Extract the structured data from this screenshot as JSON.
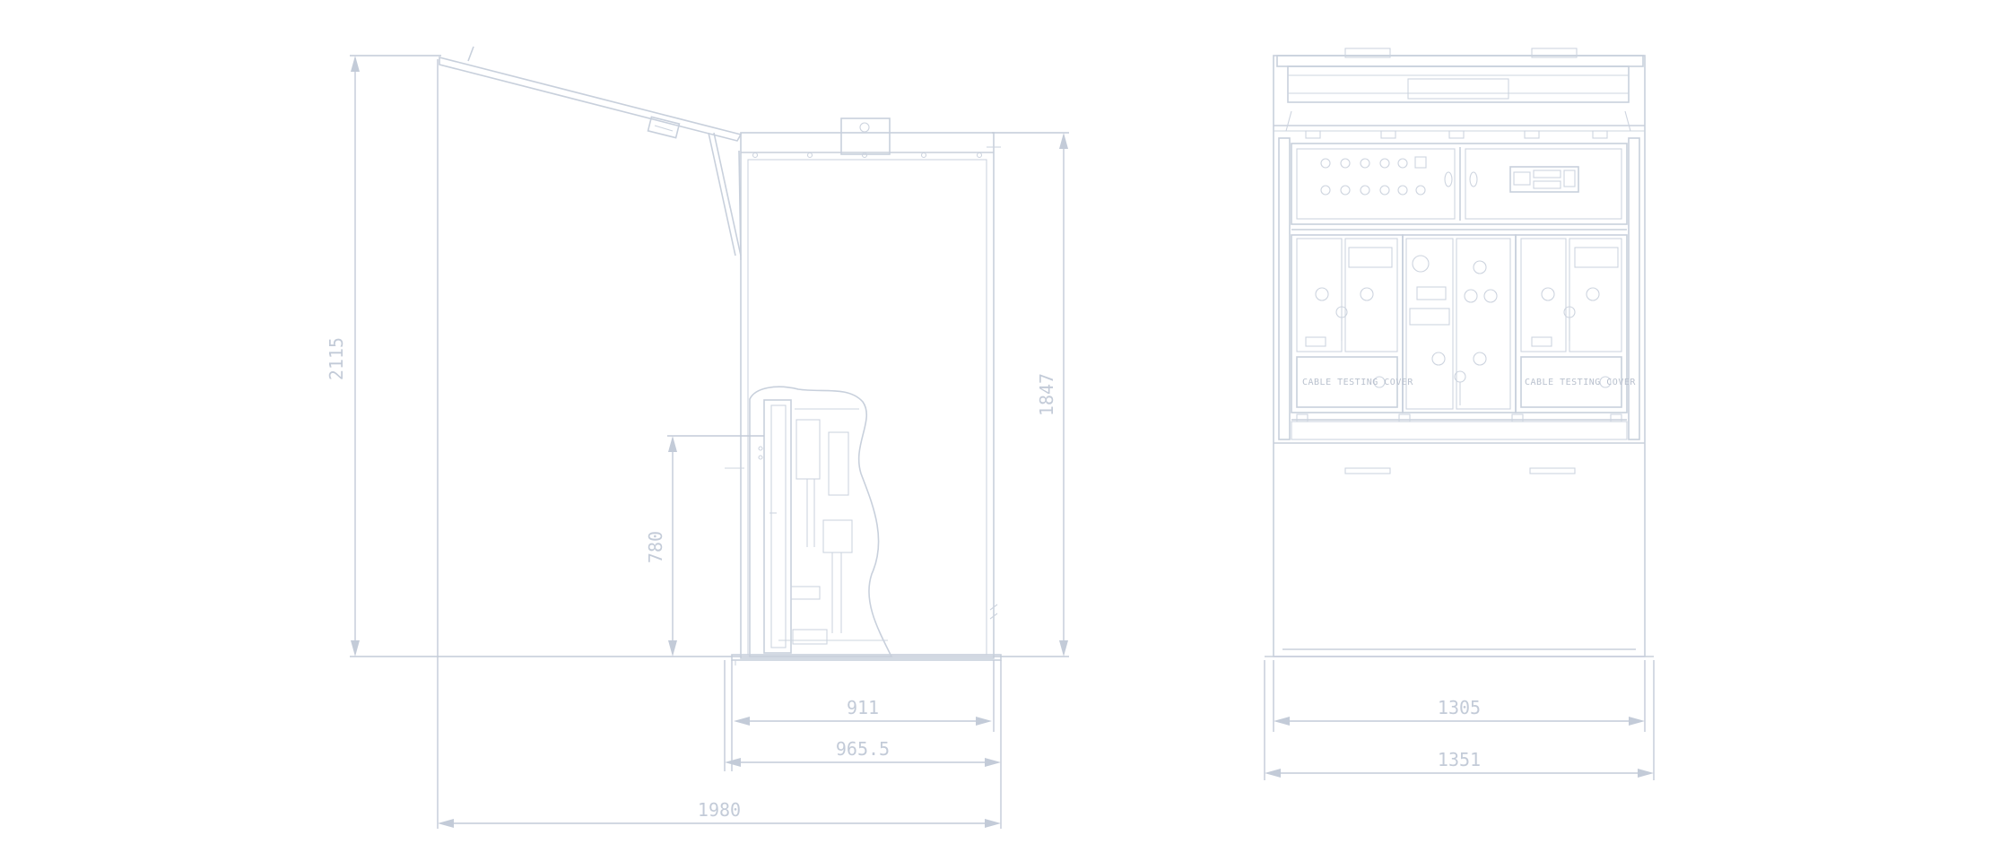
{
  "dimensions": {
    "total_height": "2115",
    "cabinet_height": "1847",
    "lower_height": "780",
    "inner_depth": "911",
    "outer_depth": "965.5",
    "open_depth": "1980",
    "front_inner_width": "1305",
    "front_outer_width": "1351"
  },
  "labels": {
    "left_panel": "CABLE TESTING COVER",
    "right_panel": "CABLE TESTING COVER"
  }
}
